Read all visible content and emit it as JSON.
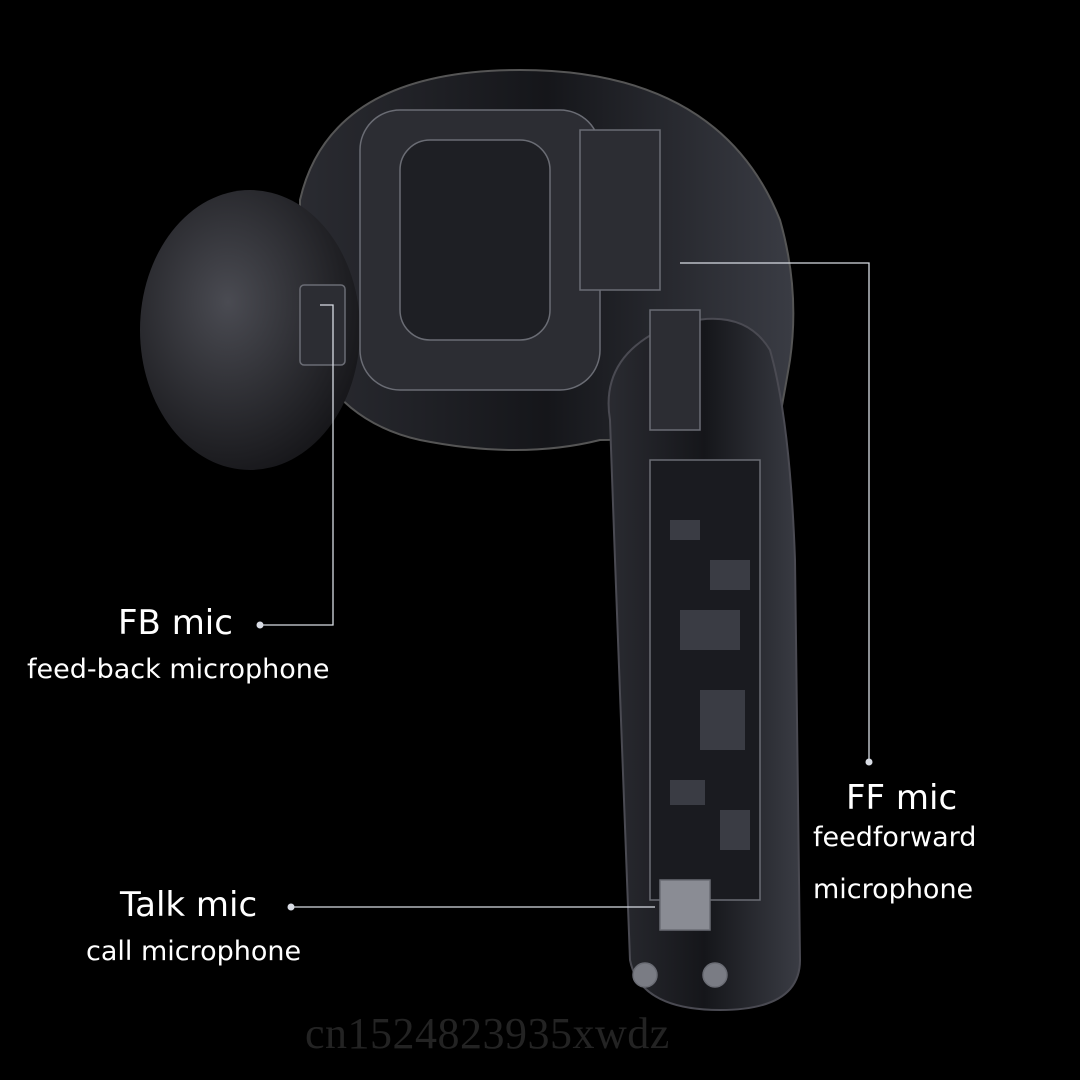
{
  "callouts": {
    "fb": {
      "title": "FB mic",
      "subtitle": "feed-back microphone"
    },
    "ff": {
      "title": "FF mic",
      "subtitle_line1": "feedforward",
      "subtitle_line2": "microphone"
    },
    "talk": {
      "title": "Talk mic",
      "subtitle": "call microphone"
    }
  },
  "watermark": "cn1524823935xwdz",
  "colors": {
    "background": "#000000",
    "text": "#ffffff",
    "leader_line": "#d8dce4",
    "earbud_body": "#1c1d22"
  }
}
